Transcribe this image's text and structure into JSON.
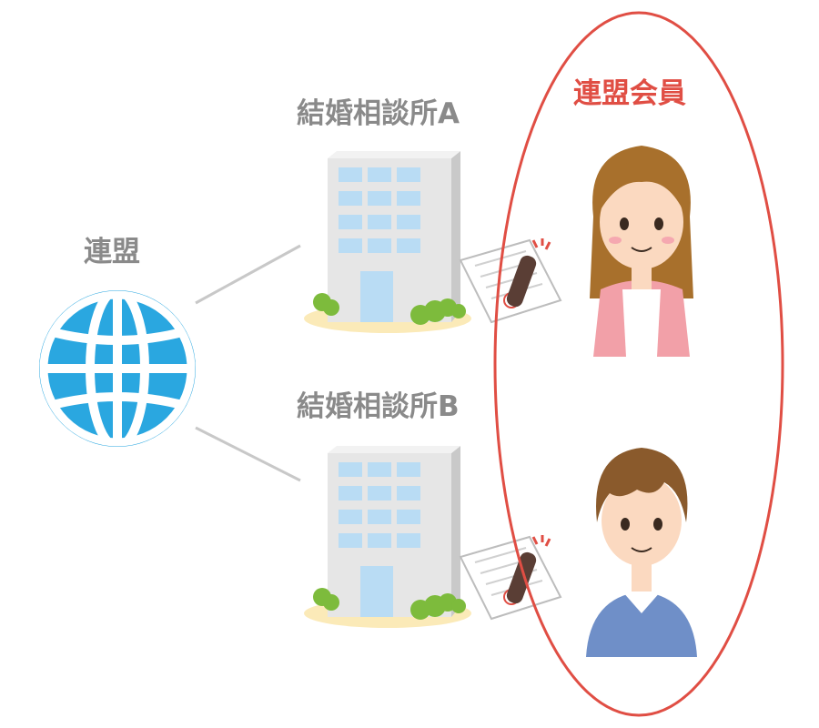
{
  "labels": {
    "federation": "連盟",
    "agency_a": "結婚相談所A",
    "agency_b": "結婚相談所B",
    "members": "連盟会員"
  },
  "colors": {
    "globe": "#2aa7e0",
    "connector": "#c8c8c8",
    "members_oval": "#e04e44",
    "building": "#e4e4e4",
    "window": "#b9dcf4"
  },
  "icons": {
    "federation": "globe-icon",
    "agency": "office-building-icon",
    "contract": "contract-with-seal-stamp-icon",
    "member_female": "woman-avatar",
    "member_male": "man-avatar"
  }
}
